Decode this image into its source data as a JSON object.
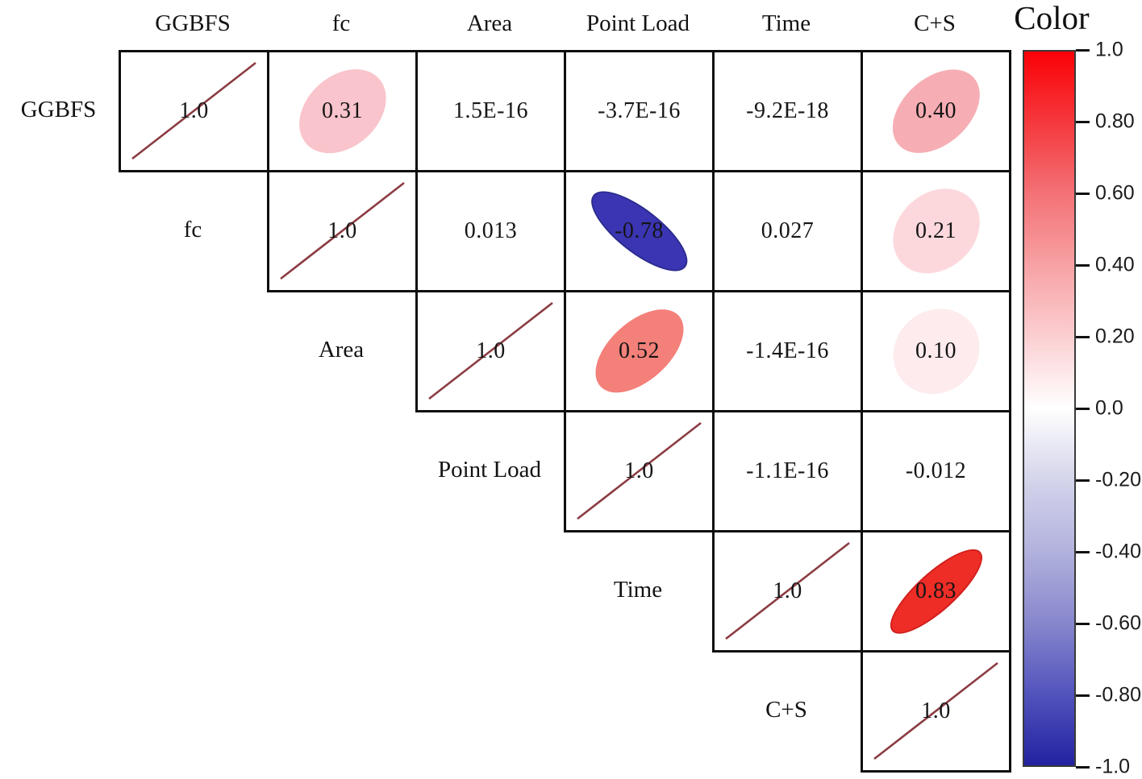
{
  "figure": {
    "kind": "correlation ellipse matrix figure"
  },
  "chart_data": {
    "type": "heatmap",
    "subtype": "upper-triangular correlation matrix with ellipse glyphs",
    "variables": [
      "GGBFS",
      "fc",
      "Area",
      "Point Load",
      "Time",
      "C+S"
    ],
    "cells": [
      {
        "row": "GGBFS",
        "col": "GGBFS",
        "kind": "diagonal",
        "label": "1.0",
        "value": 1.0
      },
      {
        "row": "GGBFS",
        "col": "fc",
        "kind": "ellipse",
        "label": "0.31",
        "value": 0.31,
        "fill": "#f9c4cb"
      },
      {
        "row": "GGBFS",
        "col": "Area",
        "kind": "text",
        "label": "1.5E-16",
        "value": 1.5e-16
      },
      {
        "row": "GGBFS",
        "col": "Point Load",
        "kind": "text",
        "label": "-3.7E-16",
        "value": -3.7e-16
      },
      {
        "row": "GGBFS",
        "col": "Time",
        "kind": "text",
        "label": "-9.2E-18",
        "value": -9.2e-18
      },
      {
        "row": "GGBFS",
        "col": "C+S",
        "kind": "ellipse",
        "label": "0.40",
        "value": 0.4,
        "fill": "#f6aeb4"
      },
      {
        "row": "fc",
        "col": "fc",
        "kind": "diagonal",
        "label": "1.0",
        "value": 1.0
      },
      {
        "row": "fc",
        "col": "Area",
        "kind": "text",
        "label": "0.013",
        "value": 0.013
      },
      {
        "row": "fc",
        "col": "Point Load",
        "kind": "ellipse",
        "label": "-0.78",
        "value": -0.78,
        "fill": "#3b35b3",
        "stroke": "#2b2b8f"
      },
      {
        "row": "fc",
        "col": "Time",
        "kind": "text",
        "label": "0.027",
        "value": 0.027
      },
      {
        "row": "fc",
        "col": "C+S",
        "kind": "ellipse",
        "label": "0.21",
        "value": 0.21,
        "fill": "#fcd8dd"
      },
      {
        "row": "Area",
        "col": "Area",
        "kind": "diagonal",
        "label": "1.0",
        "value": 1.0
      },
      {
        "row": "Area",
        "col": "Point Load",
        "kind": "ellipse",
        "label": "0.52",
        "value": 0.52,
        "fill": "#f4807a"
      },
      {
        "row": "Area",
        "col": "Time",
        "kind": "text",
        "label": "-1.4E-16",
        "value": -1.4e-16
      },
      {
        "row": "Area",
        "col": "C+S",
        "kind": "ellipse",
        "label": "0.10",
        "value": 0.1,
        "fill": "#fdebed"
      },
      {
        "row": "Point Load",
        "col": "Point Load",
        "kind": "diagonal",
        "label": "1.0",
        "value": 1.0
      },
      {
        "row": "Point Load",
        "col": "Time",
        "kind": "text",
        "label": "-1.1E-16",
        "value": -1.1e-16
      },
      {
        "row": "Point Load",
        "col": "C+S",
        "kind": "text",
        "label": "-0.012",
        "value": -0.012
      },
      {
        "row": "Time",
        "col": "Time",
        "kind": "diagonal",
        "label": "1.0",
        "value": 1.0
      },
      {
        "row": "Time",
        "col": "C+S",
        "kind": "ellipse",
        "label": "0.83",
        "value": 0.83,
        "fill": "#ee2d26",
        "stroke": "#d01f1c"
      },
      {
        "row": "C+S",
        "col": "C+S",
        "kind": "diagonal",
        "label": "1.0",
        "value": 1.0
      }
    ],
    "diagonal_line_color": "#8b3b42",
    "grid_color": "#0e0e0e",
    "colorbar": {
      "title": "Color",
      "range": [
        1.0,
        -1.0
      ],
      "ticks": [
        "1.0",
        "0.80",
        "0.60",
        "0.40",
        "0.20",
        "0.0",
        "-0.20",
        "-0.40",
        "-0.60",
        "-0.80",
        "-1.0"
      ],
      "gradient_top_to_bottom": [
        "#fa0106",
        "#f5393d",
        "#f37276",
        "#f7a2a4",
        "#fbcfd2",
        "#ffffff",
        "#d4d4eb",
        "#b2b2dd",
        "#8787cd",
        "#5353bd",
        "#2222a0"
      ]
    }
  }
}
